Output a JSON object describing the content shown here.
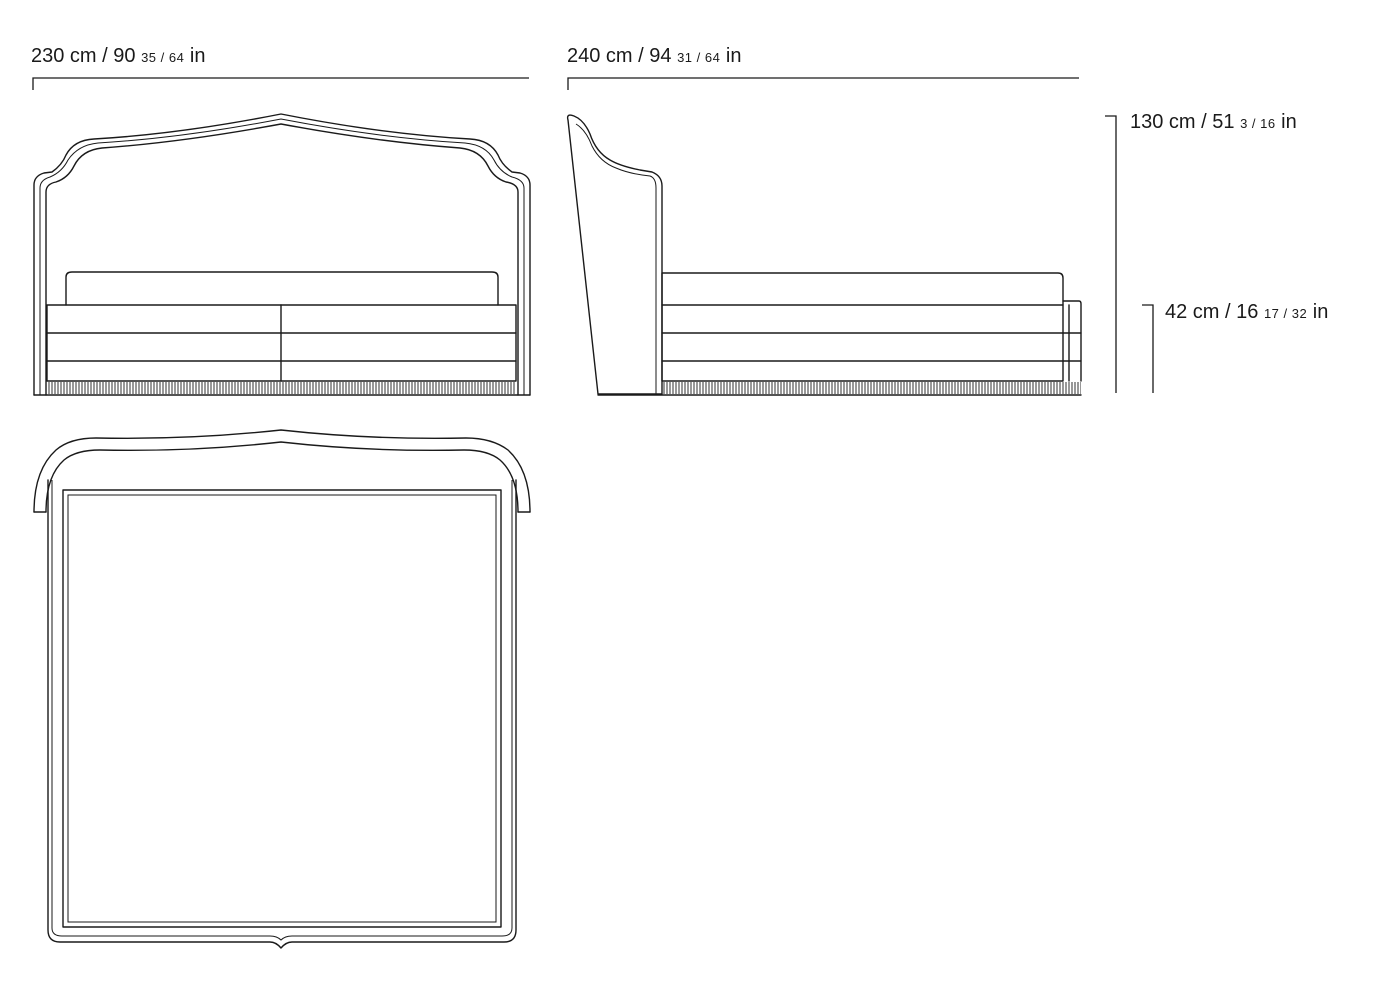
{
  "dimensions": {
    "front_width": {
      "main": "230 cm / 90",
      "frac": "35 / 64",
      "unit": "in"
    },
    "side_length": {
      "main": "240 cm / 94",
      "frac": "31 / 64",
      "unit": "in"
    },
    "total_height": {
      "main": "130 cm / 51",
      "frac": "3 / 16",
      "unit": "in"
    },
    "seat_height": {
      "main": "42 cm / 16",
      "frac": "17 / 32",
      "unit": "in"
    }
  },
  "colors": {
    "line": "#1a1a1a",
    "background": "#ffffff"
  }
}
